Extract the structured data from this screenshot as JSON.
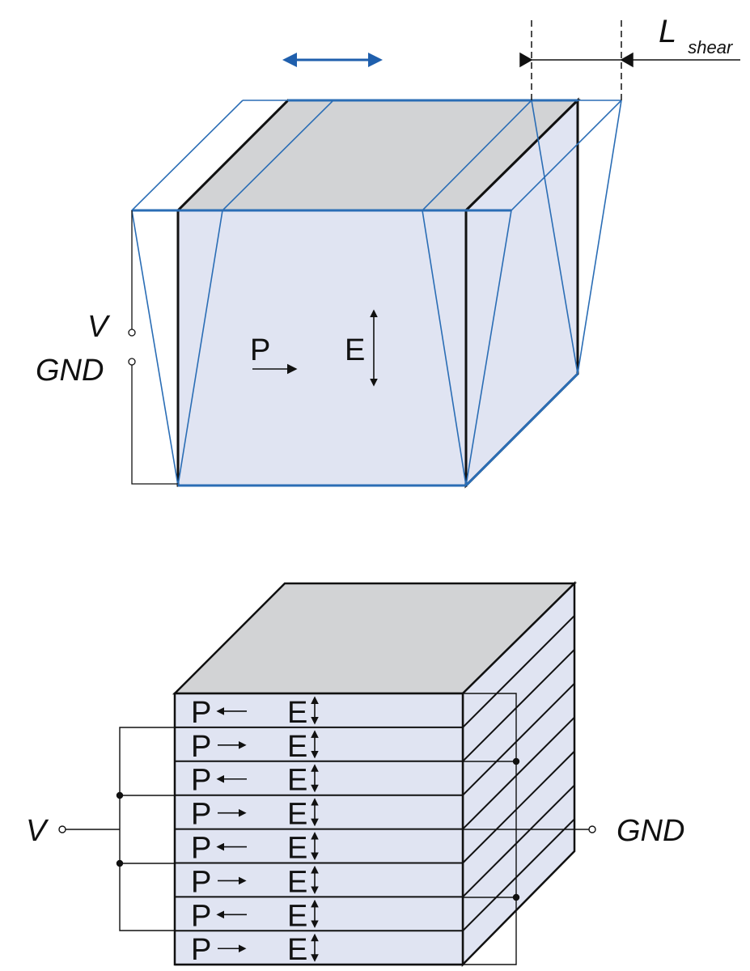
{
  "top_diagram": {
    "voltage_label": "V",
    "ground_label": "GND",
    "polarization_label": "P",
    "field_label": "E",
    "shear_label_main": "L",
    "shear_label_sub": "shear",
    "colors": {
      "shear_outline": "#2a6db5",
      "face_fill": "#e0e4f2",
      "top_fill": "#d2d3d5",
      "motion_arrow": "#1f5fad"
    }
  },
  "bottom_diagram": {
    "voltage_label": "V",
    "ground_label": "GND",
    "layers": [
      {
        "p": "P",
        "p_dir": "left",
        "e": "E"
      },
      {
        "p": "P",
        "p_dir": "right",
        "e": "E"
      },
      {
        "p": "P",
        "p_dir": "left",
        "e": "E"
      },
      {
        "p": "P",
        "p_dir": "right",
        "e": "E"
      },
      {
        "p": "P",
        "p_dir": "left",
        "e": "E"
      },
      {
        "p": "P",
        "p_dir": "right",
        "e": "E"
      },
      {
        "p": "P",
        "p_dir": "left",
        "e": "E"
      },
      {
        "p": "P",
        "p_dir": "right",
        "e": "E"
      }
    ]
  }
}
